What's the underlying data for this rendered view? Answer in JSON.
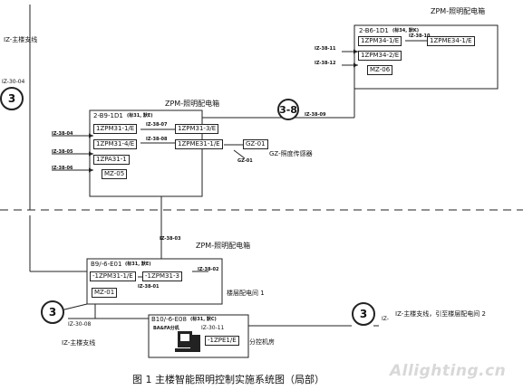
{
  "labels": {
    "riser_label": "IZ-主楼支线",
    "riser_code": "IZ-30-04",
    "panel_title_top": "ZPM-照明配电箱",
    "panel_title_mid": "ZPM-照明配电箱",
    "panel_title_low": "ZPM-照明配电箱",
    "cable_ref_38": "3-8",
    "cable_iz3809": "IZ-38-09",
    "cable_iz3303": "IZ-38-03",
    "sensor_label": "GZ-照度传感器",
    "sensor_code": "GZ-01",
    "sensor_code_small": "GZ-01",
    "floor_room_1": "楼层配电间 1",
    "bottom_left_code": "IZ-30-08",
    "bottom_left_label": "IZ-主楼支线",
    "bottom_right_prefix": "IZ-",
    "bottom_right_label": "IZ-主楼支线，引至楼层配电间 2",
    "control_room": "分控机房",
    "bottom_iz3011": "IZ-30-11",
    "baafa": "BA&FA分机",
    "circle_1": "3",
    "circle_2": "3",
    "circle_3": "3"
  },
  "panel_top": {
    "name": "2-B6-1D1",
    "note": "(标34, 默K)",
    "cells": [
      "1ZPM34-1/E",
      "1ZPM34-2/E",
      "MZ-06",
      "1ZPME34-1/E"
    ],
    "links": [
      "IZ-38-11",
      "IZ-38-12",
      "IZ-38-10"
    ]
  },
  "panel_mid": {
    "name": "2-B9-1D1",
    "note": "(标31, 默E)",
    "cells": [
      "1ZPM31-1/E",
      "1ZPM31-4/E",
      "1ZPA31-1",
      "MZ-05",
      "1ZPM31-3/E",
      "1ZPME31-1/E",
      "GZ-01"
    ],
    "links": [
      "IZ-38-04",
      "IZ-38-05",
      "IZ-38-06",
      "IZ-38-07",
      "IZ-38-08"
    ]
  },
  "panel_low": {
    "name": "B9/-6-E01",
    "note": "(标31, 默E)",
    "cells": [
      "-1ZPM31-1/E",
      "-1ZPM31-3",
      "MZ-01"
    ],
    "links": [
      "IZ-38-02",
      "IZ-38-01"
    ]
  },
  "panel_bottom": {
    "name": "B10/-6-E08",
    "note": "(标31, 默C)",
    "cells": [
      "-1ZPE1/E"
    ]
  },
  "caption": "图 1 主楼智能照明控制实施系统图（局部）",
  "watermark": "Allighting.cn"
}
